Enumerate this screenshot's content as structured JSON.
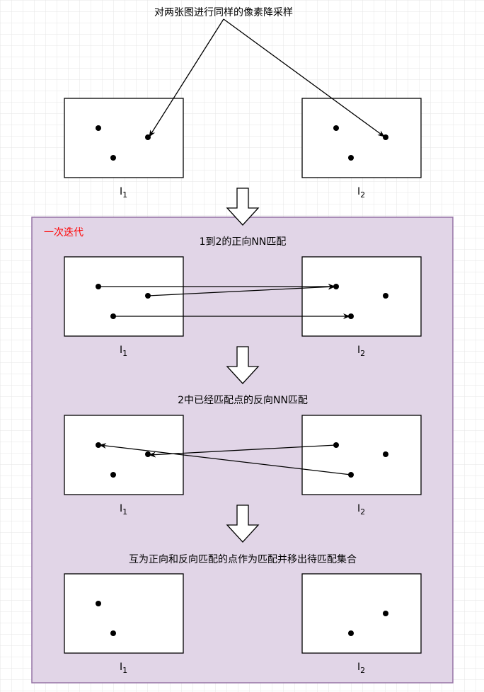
{
  "title": "对两张图进行同样的像素降采样",
  "iteration_label": "一次迭代",
  "steps": [
    {
      "title": "1到2的正向NN匹配"
    },
    {
      "title": "2中已经匹配点的反向NN匹配"
    },
    {
      "title": "互为正向和反向匹配的点作为匹配并移出待匹配集合"
    }
  ],
  "image_labels": {
    "left": "I",
    "left_sub": "1",
    "right": "I",
    "right_sub": "2"
  },
  "colors": {
    "grid": "#e6e6e6",
    "group_fill": "#e1d5e7",
    "group_stroke": "#9673a6",
    "iteration_label": "#ff0000"
  }
}
